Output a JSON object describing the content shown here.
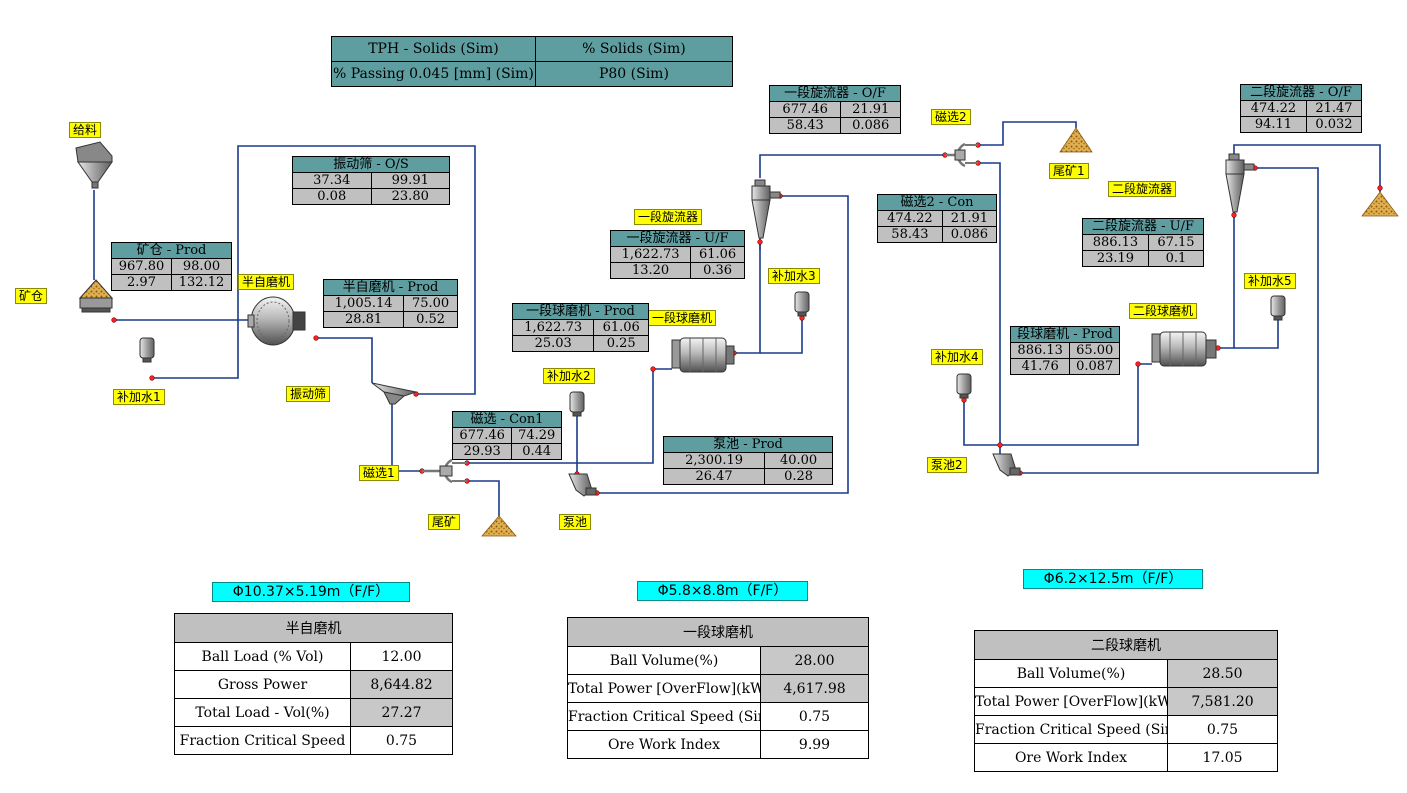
{
  "legend": {
    "r1c1": "TPH - Solids (Sim)",
    "r1c2": "% Solids (Sim)",
    "r2c1": "% Passing 0.045 [mm] (Sim)",
    "r2c2": "P80 (Sim)"
  },
  "labels": {
    "feed": "给料",
    "bin": "矿仓",
    "sag": "半自磨机",
    "water1": "补加水1",
    "screen": "振动筛",
    "mag1": "磁选1",
    "tail1": "尾矿",
    "water2": "补加水2",
    "ball1": "一段球磨机",
    "pump1": "泵池",
    "cyc1": "一段旋流器",
    "water3": "补加水3",
    "mag2": "磁选2",
    "tail2": "尾矿1",
    "cyc2": "二段旋流器",
    "water5": "补加水5",
    "ball2": "二段球磨机",
    "water4": "补加水4",
    "pump2": "泵池2"
  },
  "streams": {
    "screen_os": {
      "title": "振动筛 - O/S",
      "v": [
        "37.34",
        "99.91",
        "0.08",
        "23.80"
      ]
    },
    "bin_prod": {
      "title": "矿仓 - Prod",
      "v": [
        "967.80",
        "98.00",
        "2.97",
        "132.12"
      ]
    },
    "sag_prod": {
      "title": "半自磨机 - Prod",
      "v": [
        "1,005.14",
        "75.00",
        "28.81",
        "0.52"
      ]
    },
    "ball1_prod": {
      "title": "一段球磨机 - Prod",
      "v": [
        "1,622.73",
        "61.06",
        "25.03",
        "0.25"
      ]
    },
    "mag1_con": {
      "title": "磁选 - Con1",
      "v": [
        "677.46",
        "74.29",
        "29.93",
        "0.44"
      ]
    },
    "cyc1_uf": {
      "title": "一段旋流器 - U/F",
      "v": [
        "1,622.73",
        "61.06",
        "13.20",
        "0.36"
      ]
    },
    "cyc1_of": {
      "title": "一段旋流器 - O/F",
      "v": [
        "677.46",
        "21.91",
        "58.43",
        "0.086"
      ]
    },
    "pump1_prod": {
      "title": "泵池 - Prod",
      "v": [
        "2,300.19",
        "40.00",
        "26.47",
        "0.28"
      ]
    },
    "mag2_con": {
      "title": "磁选2 - Con",
      "v": [
        "474.22",
        "21.91",
        "58.43",
        "0.086"
      ]
    },
    "cyc2_of": {
      "title": "二段旋流器 - O/F",
      "v": [
        "474.22",
        "21.47",
        "94.11",
        "0.032"
      ]
    },
    "cyc2_uf": {
      "title": "二段旋流器 - U/F",
      "v": [
        "886.13",
        "67.15",
        "23.19",
        "0.1"
      ]
    },
    "ball2_prod": {
      "title": "段球磨机 - Prod",
      "v": [
        "886.13",
        "65.00",
        "41.76",
        "0.087"
      ]
    }
  },
  "mills": [
    {
      "size": "Φ10.37×5.19m（F/F）",
      "name": "半自磨机",
      "rows": [
        {
          "label": "Ball Load (% Vol)",
          "value": "12.00"
        },
        {
          "label": "Gross Power",
          "value": "8,644.82"
        },
        {
          "label": "Total Load - Vol(%)",
          "value": "27.27"
        },
        {
          "label": "Fraction Critical Speed",
          "value": "0.75"
        }
      ]
    },
    {
      "size": "Φ5.8×8.8m（F/F）",
      "name": "一段球磨机",
      "rows": [
        {
          "label": "Ball Volume(%)",
          "value": "28.00"
        },
        {
          "label": "Total Power [OverFlow](kW",
          "value": "4,617.98"
        },
        {
          "label": "Fraction Critical Speed (Sim",
          "value": "0.75"
        },
        {
          "label": "Ore Work Index",
          "value": "9.99"
        }
      ]
    },
    {
      "size": "Φ6.2×12.5m（F/F）",
      "name": "二段球磨机",
      "rows": [
        {
          "label": "Ball Volume(%)",
          "value": "28.50"
        },
        {
          "label": "Total Power [OverFlow](kW",
          "value": "7,581.20"
        },
        {
          "label": "Fraction Critical Speed (Sim",
          "value": "0.75"
        },
        {
          "label": "Ore Work Index",
          "value": "17.05"
        }
      ]
    }
  ]
}
